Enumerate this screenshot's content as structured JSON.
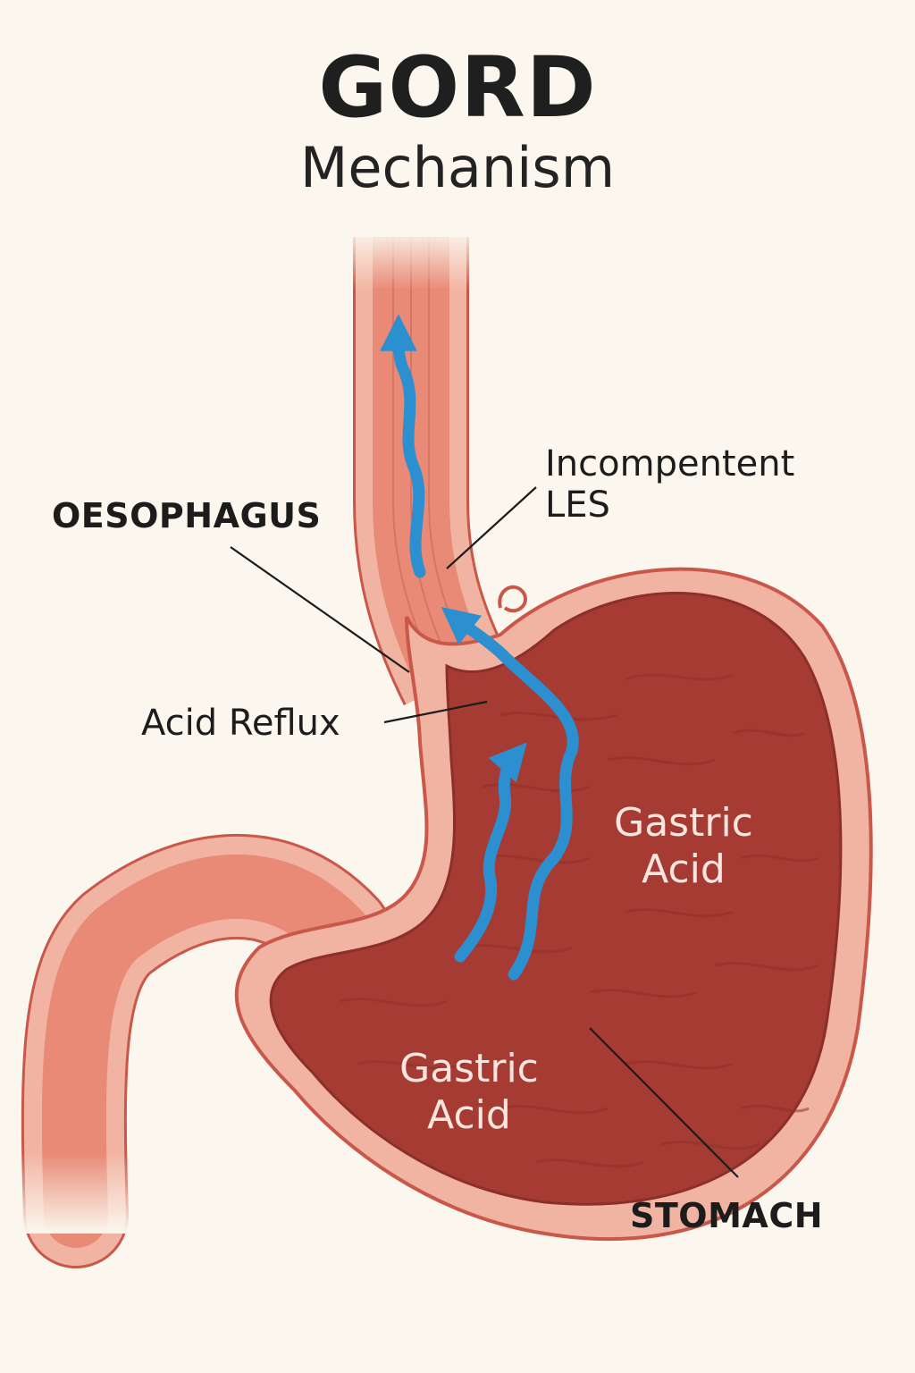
{
  "title": "GORD",
  "subtitle": "Mechanism",
  "labels": {
    "oesophagus": "OESOPHAGUS",
    "incompetent_les_line1": "Incompentent",
    "incompetent_les_line2": "LES",
    "acid_reflux": "Acid Reflux",
    "stomach": "STOMACH",
    "gastric_acid_upper_line1": "Gastric",
    "gastric_acid_upper_line2": "Acid",
    "gastric_acid_lower_line1": "Gastric",
    "gastric_acid_lower_line2": "Acid"
  },
  "colors": {
    "background": "#fbf7ee",
    "tissue_outer": "#f2b4a2",
    "wall": "#e88a76",
    "lumen": "#a63b33",
    "arrow": "#2b8fd0",
    "leader_line": "#1c1c1c"
  }
}
